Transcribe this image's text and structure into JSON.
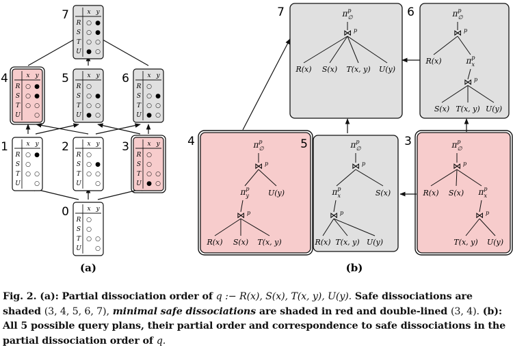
{
  "colors": {
    "safe": "#e0e0e0",
    "minimal": "#f7cccc",
    "plain": "#ffffff"
  },
  "panel_a": {
    "label": "(a)",
    "columns": [
      "x",
      "y"
    ],
    "nodes": [
      {
        "id": "7",
        "type": "safe",
        "rows": [
          [
            "R",
            "○",
            "●"
          ],
          [
            "S",
            "○",
            "●"
          ],
          [
            "T",
            "○",
            "○"
          ],
          [
            "U",
            "●",
            "○"
          ]
        ]
      },
      {
        "id": "4",
        "type": "minimal",
        "rows": [
          [
            "R",
            "○",
            "●"
          ],
          [
            "S",
            "○",
            "●"
          ],
          [
            "T",
            "○",
            "○"
          ],
          [
            "U",
            "",
            "○"
          ]
        ]
      },
      {
        "id": "5",
        "type": "safe",
        "rows": [
          [
            "R",
            "○",
            ""
          ],
          [
            "S",
            "○",
            "●"
          ],
          [
            "T",
            "○",
            "○"
          ],
          [
            "U",
            "●",
            "○"
          ]
        ]
      },
      {
        "id": "6",
        "type": "safe",
        "rows": [
          [
            "R",
            "○",
            ""
          ],
          [
            "S",
            "○",
            "●"
          ],
          [
            "T",
            "○",
            "○"
          ],
          [
            "U",
            "●",
            "○"
          ]
        ]
      },
      {
        "id": "1",
        "type": "plain",
        "rows": [
          [
            "R",
            "○",
            "●"
          ],
          [
            "S",
            "○",
            ""
          ],
          [
            "T",
            "○",
            "○"
          ],
          [
            "U",
            "",
            "○"
          ]
        ]
      },
      {
        "id": "2",
        "type": "plain",
        "rows": [
          [
            "R",
            "○",
            ""
          ],
          [
            "S",
            "○",
            "●"
          ],
          [
            "T",
            "○",
            "○"
          ],
          [
            "U",
            "",
            "○"
          ]
        ]
      },
      {
        "id": "3",
        "type": "minimal",
        "rows": [
          [
            "R",
            "○",
            ""
          ],
          [
            "S",
            "○",
            ""
          ],
          [
            "T",
            "○",
            "○"
          ],
          [
            "U",
            "●",
            "○"
          ]
        ]
      },
      {
        "id": "0",
        "type": "plain",
        "rows": [
          [
            "R",
            "○",
            ""
          ],
          [
            "S",
            "○",
            ""
          ],
          [
            "T",
            "○",
            "○"
          ],
          [
            "U",
            "",
            "○"
          ]
        ]
      }
    ]
  },
  "panel_b": {
    "label": "(b)",
    "nodes": [
      {
        "id": "7",
        "type": "safe",
        "proj_top": "π",
        "proj_top_sup": "p",
        "proj_top_sub": "∅",
        "join": "⋈",
        "join_sup": "p",
        "leaves": [
          "R(x)",
          "S(x)",
          "T(x, y)",
          "U(y)"
        ]
      },
      {
        "id": "6",
        "type": "safe",
        "proj_top": "π",
        "proj_top_sup": "p",
        "proj_top_sub": "∅",
        "join": "⋈",
        "join_sup": "p",
        "left_leaf": "R(x)",
        "proj_mid": "π",
        "proj_mid_sup": "p",
        "proj_mid_sub": "x",
        "join2": "⋈",
        "join2_sup": "p",
        "leaves2": [
          "S(x)",
          "T(x, y)",
          "U(y)"
        ]
      },
      {
        "id": "4",
        "type": "minimal",
        "proj_top": "π",
        "proj_top_sup": "p",
        "proj_top_sub": "∅",
        "join": "⋈",
        "join_sup": "p",
        "proj_mid": "π",
        "proj_mid_sup": "p",
        "proj_mid_sub": "y",
        "right_leaf": "U(y)",
        "join2": "⋈",
        "join2_sup": "p",
        "leaves2": [
          "R(x)",
          "S(x)",
          "T(x, y)"
        ]
      },
      {
        "id": "5",
        "type": "safe",
        "proj_top": "π",
        "proj_top_sup": "p",
        "proj_top_sub": "∅",
        "join": "⋈",
        "join_sup": "p",
        "proj_mid": "π",
        "proj_mid_sup": "p",
        "proj_mid_sub": "x",
        "right_leaf": "S(x)",
        "join2": "⋈",
        "join2_sup": "p",
        "leaves2": [
          "R(x)",
          "T(x, y)",
          "U(y)"
        ]
      },
      {
        "id": "3",
        "type": "minimal",
        "proj_top": "π",
        "proj_top_sup": "p",
        "proj_top_sub": "∅",
        "join": "⋈",
        "join_sup": "p",
        "leaves": [
          "R(x)",
          "S(x)"
        ],
        "proj_mid": "π",
        "proj_mid_sup": "p",
        "proj_mid_sub": "x",
        "join2": "⋈",
        "join2_sup": "p",
        "leaves2": [
          "T(x, y)",
          "U(y)"
        ]
      }
    ]
  },
  "caption": {
    "fig": "Fig. 2.",
    "p1": "(a): Partial dissociation order of",
    "q_math": "q :− R(x), S(x), T(x, y), U(y).",
    "p2": "Safe dissociations are shaded",
    "safe_set": "(3, 4, 5, 6, 7),",
    "minimal_phrase": "minimal safe dissociations",
    "p3": "are shaded in red and double-lined",
    "minimal_set": "(3, 4).",
    "p4": "(b): All 5 possible query plans, their partial order and correspondence to safe dissociations in the partial dissociation order of",
    "q_end": "q."
  }
}
